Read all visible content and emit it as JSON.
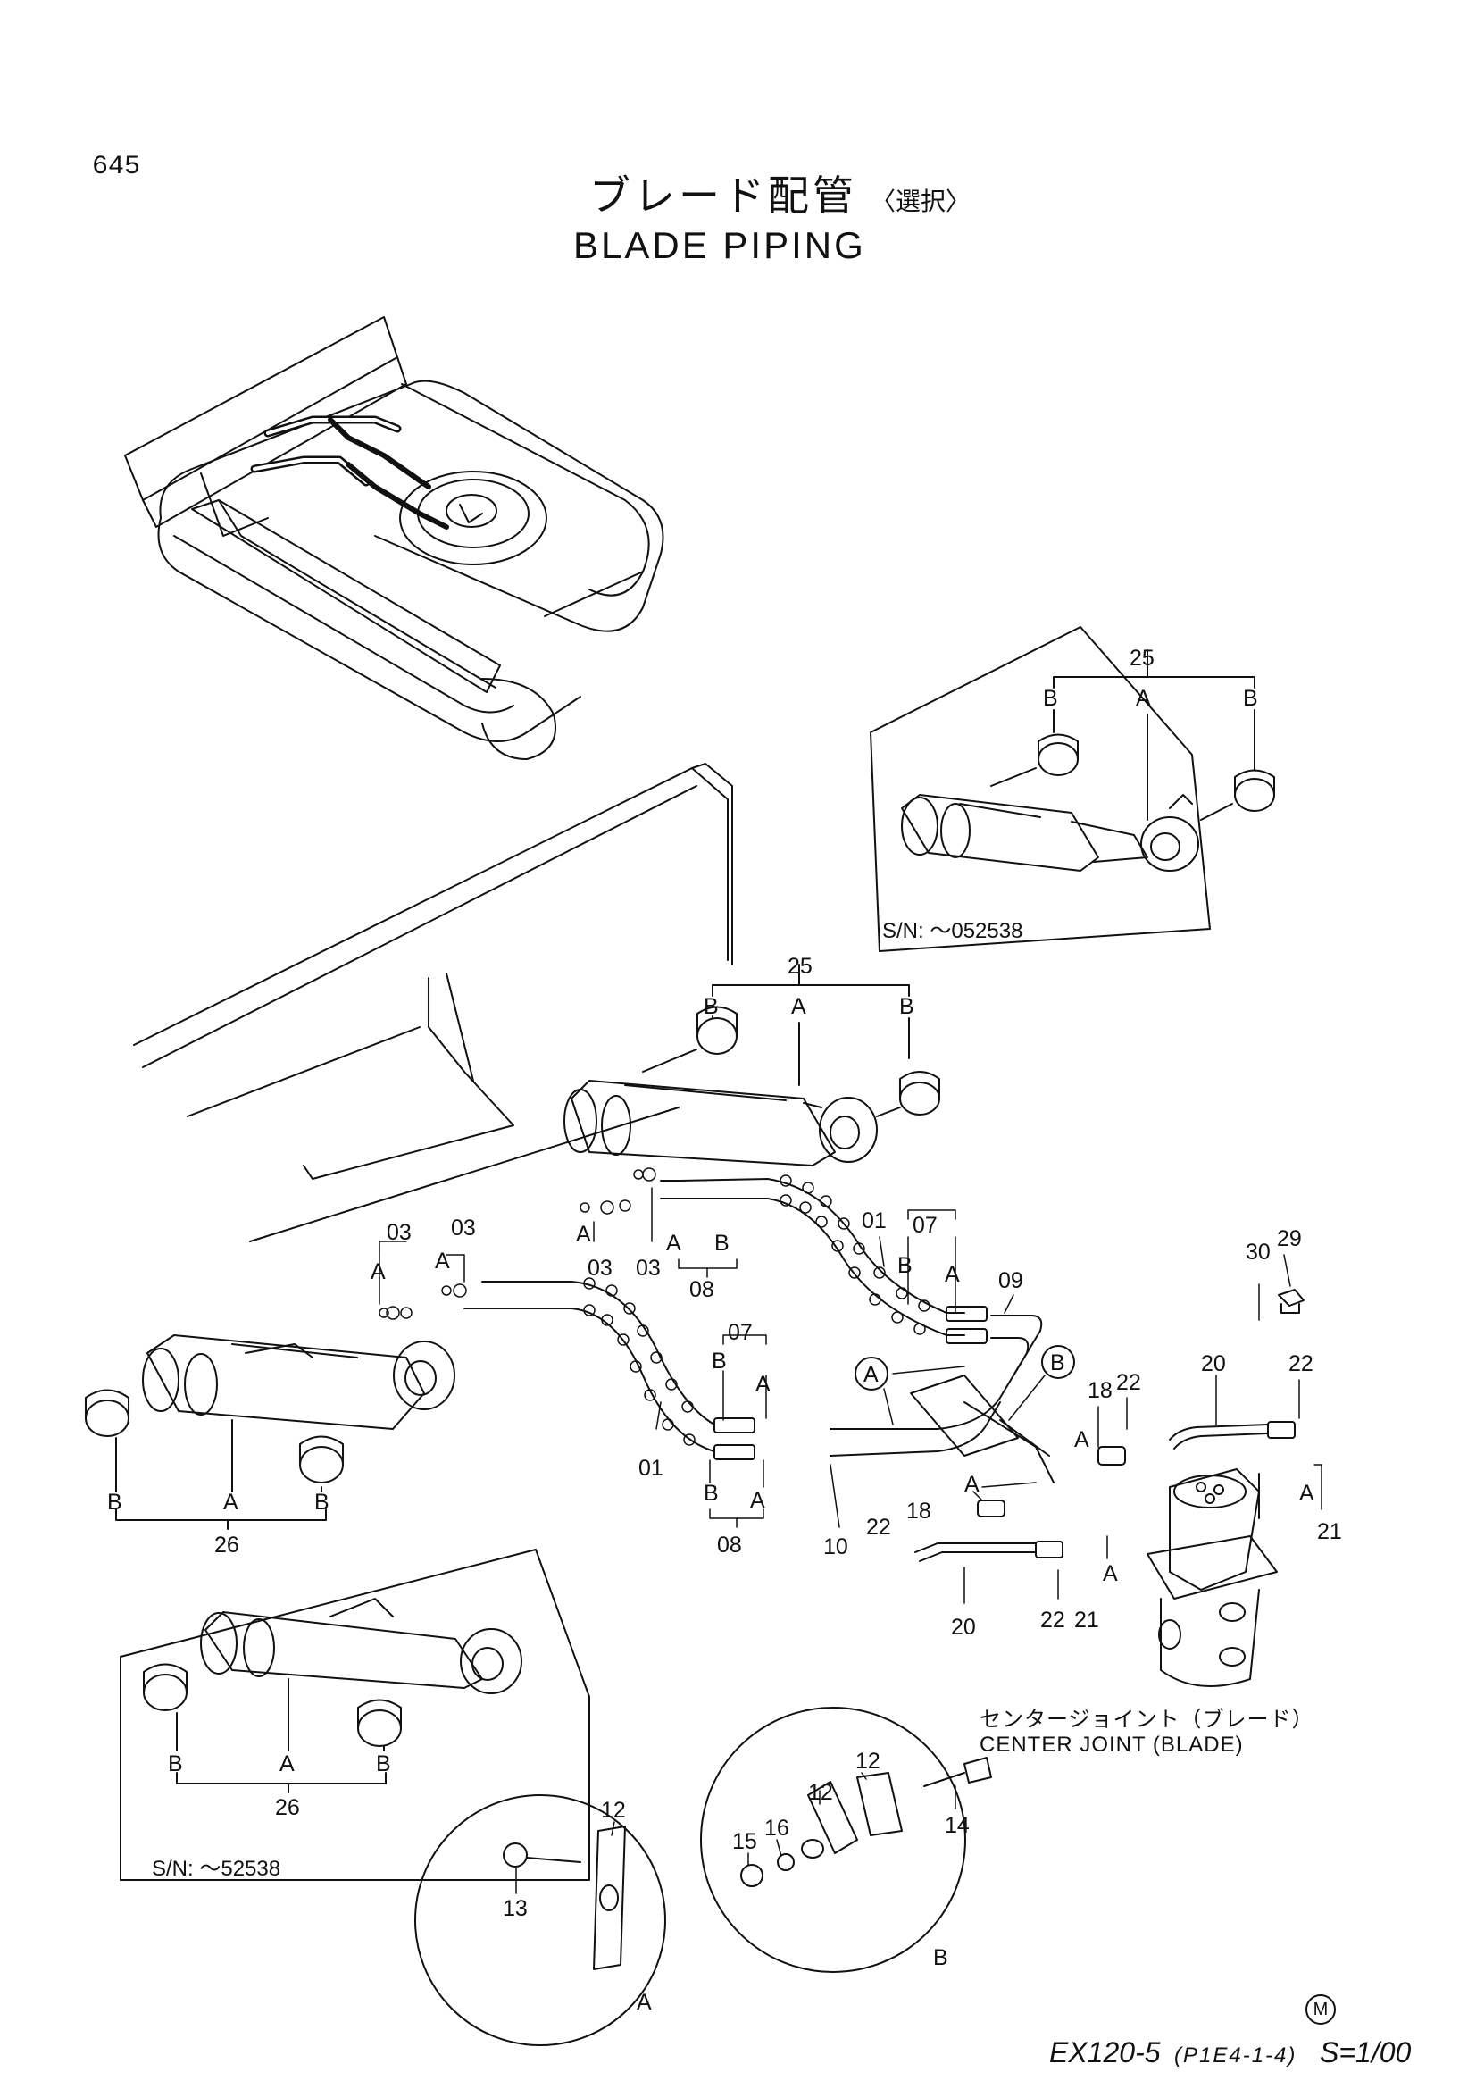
{
  "header": {
    "page_number": "645",
    "title_jp": "ブレード配管",
    "title_jp_sub": "〈選択〉",
    "title_en": "BLADE PIPING"
  },
  "insets": {
    "upper_cylinder": {
      "sn": "S/N: ～052538",
      "group": "25",
      "a": "A",
      "b": "B"
    },
    "lower_cylinder": {
      "sn": "S/N: ～52538",
      "group": "26",
      "a": "A",
      "b": "B"
    }
  },
  "center_joint": {
    "label_jp": "センタージョイント（ブレード）",
    "label_en": "CENTER JOINT (BLADE)"
  },
  "callouts": {
    "a": "A",
    "b": "B",
    "p01": "01",
    "p03": "03",
    "p07": "07",
    "p08": "08",
    "p09": "09",
    "p10": "10",
    "p12": "12",
    "p13": "13",
    "p14": "14",
    "p15": "15",
    "p16": "16",
    "p18": "18",
    "p20": "20",
    "p21": "21",
    "p22": "22",
    "p25": "25",
    "p26": "26",
    "p29": "29",
    "p30": "30"
  },
  "footer": {
    "model": "EX120-5",
    "code": "(P1E4-1-4)",
    "scale": "S=1/00",
    "mark": "M"
  }
}
